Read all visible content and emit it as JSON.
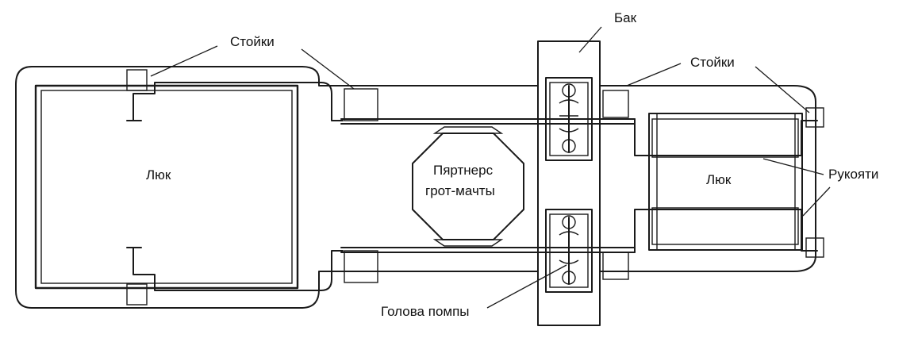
{
  "labels": {
    "tank": "Бак",
    "stanchions_left": "Стойки",
    "stanchions_right": "Стойки",
    "hatch_left": "Люк",
    "hatch_right": "Люк",
    "partners_line1": "Пяртнерс",
    "partners_line2": "грот-мачты",
    "handles": "Рукояти",
    "pump_head": "Голова помпы"
  },
  "colors": {
    "ink": "#1a1a1a",
    "background": "#ffffff"
  }
}
